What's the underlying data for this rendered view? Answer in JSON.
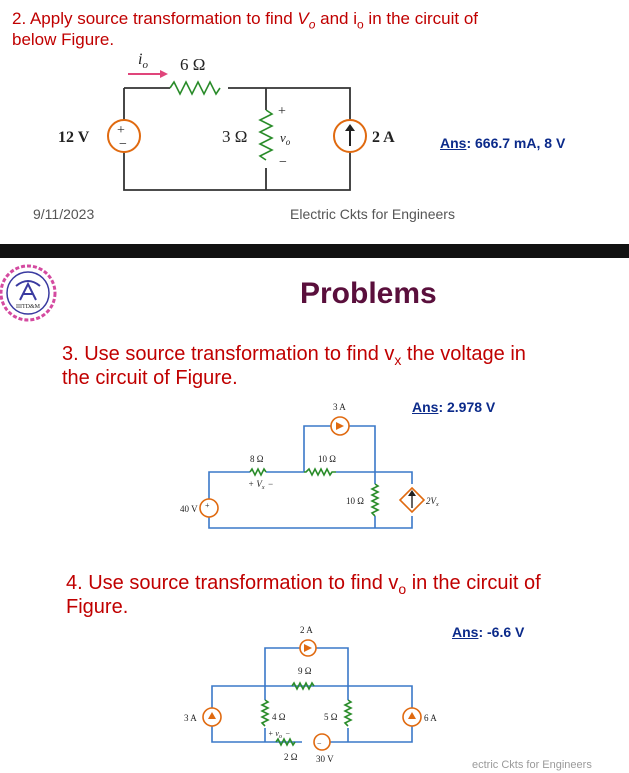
{
  "slide1": {
    "question": {
      "text_a": "2. Apply source transformation to find ",
      "v_sym": "V",
      "v_sub": "o",
      "text_b": " and i",
      "i_sub": "o",
      "text_c": " in the circuit of",
      "line2": "below Figure."
    },
    "circuit": {
      "io_label": "i",
      "io_sub": "o",
      "r_top": "6 Ω",
      "v_source": "12 V",
      "r_mid": "3 Ω",
      "plus": "+",
      "minus": "−",
      "vo_label": "v",
      "vo_sub": "o",
      "i_source": "2 A"
    },
    "answer": {
      "label": "Ans",
      "value": ": 666.7 mA, 8 V"
    },
    "footer": {
      "date": "9/11/2023",
      "course": "Electric Ckts for Engineers"
    }
  },
  "slide2": {
    "title": "Problems",
    "logo_text": "IIITD&M",
    "q3": {
      "text_a": "3. Use source transformation to find v",
      "sub": "x",
      "text_b": " the voltage in",
      "line2": "the circuit of Figure."
    },
    "q3_answer": {
      "label": "Ans",
      "value": ": 2.978 V"
    },
    "q3_circuit": {
      "i_top": "3 A",
      "r1": "8 Ω",
      "r2": "10 Ω",
      "vx_label": "+ V",
      "vx_sub": "x",
      "vx_minus": "−",
      "v_source": "40 V",
      "r3": "10 Ω",
      "dep_source": "2V",
      "dep_sub": "x"
    },
    "q4": {
      "text_a": "4. Use source transformation to find v",
      "sub": "o",
      "text_b": " in the circuit of",
      "line2": "Figure."
    },
    "q4_answer": {
      "label": "Ans",
      "value": ": -6.6 V"
    },
    "q4_circuit": {
      "i_top": "2 A",
      "r_top": "9 Ω",
      "i_left": "3 A",
      "r_left": "4 Ω",
      "r_mid": "5 Ω",
      "i_right": "6 A",
      "vo_label": "+ v",
      "vo_sub": "o",
      "vo_minus": "−",
      "r_bottom": "2 Ω",
      "v_bottom": "30 V"
    },
    "footer_partial": "ectric Ckts for Engineers"
  },
  "colors": {
    "question": "#c00000",
    "answer": "#0b2a8a",
    "title": "#5a0f3c",
    "band": "#111111",
    "wire_blue": "#3a78c8",
    "resistor_green": "#2a8c2a",
    "source_orange": "#e06a10"
  }
}
